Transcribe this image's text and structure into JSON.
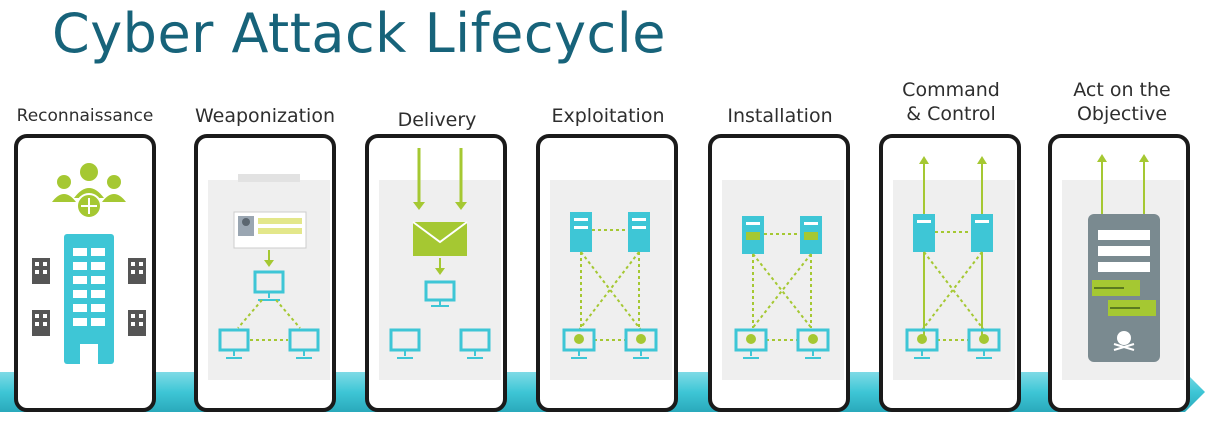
{
  "title": "Cyber Attack Lifecycle",
  "stages": [
    {
      "label": "Reconnaissance"
    },
    {
      "label": "Weaponization"
    },
    {
      "label": "Delivery"
    },
    {
      "label": "Exploitation"
    },
    {
      "label": "Installation"
    },
    {
      "label_line1": "Command",
      "label_line2": "& Control"
    },
    {
      "label_line1": "Act on the",
      "label_line2": "Objective"
    }
  ],
  "colors": {
    "title": "#17637a",
    "teal": "#3ec6d6",
    "green": "#a5c832",
    "dark_border": "#1a1a1a",
    "server_case": "#7a8a90"
  }
}
